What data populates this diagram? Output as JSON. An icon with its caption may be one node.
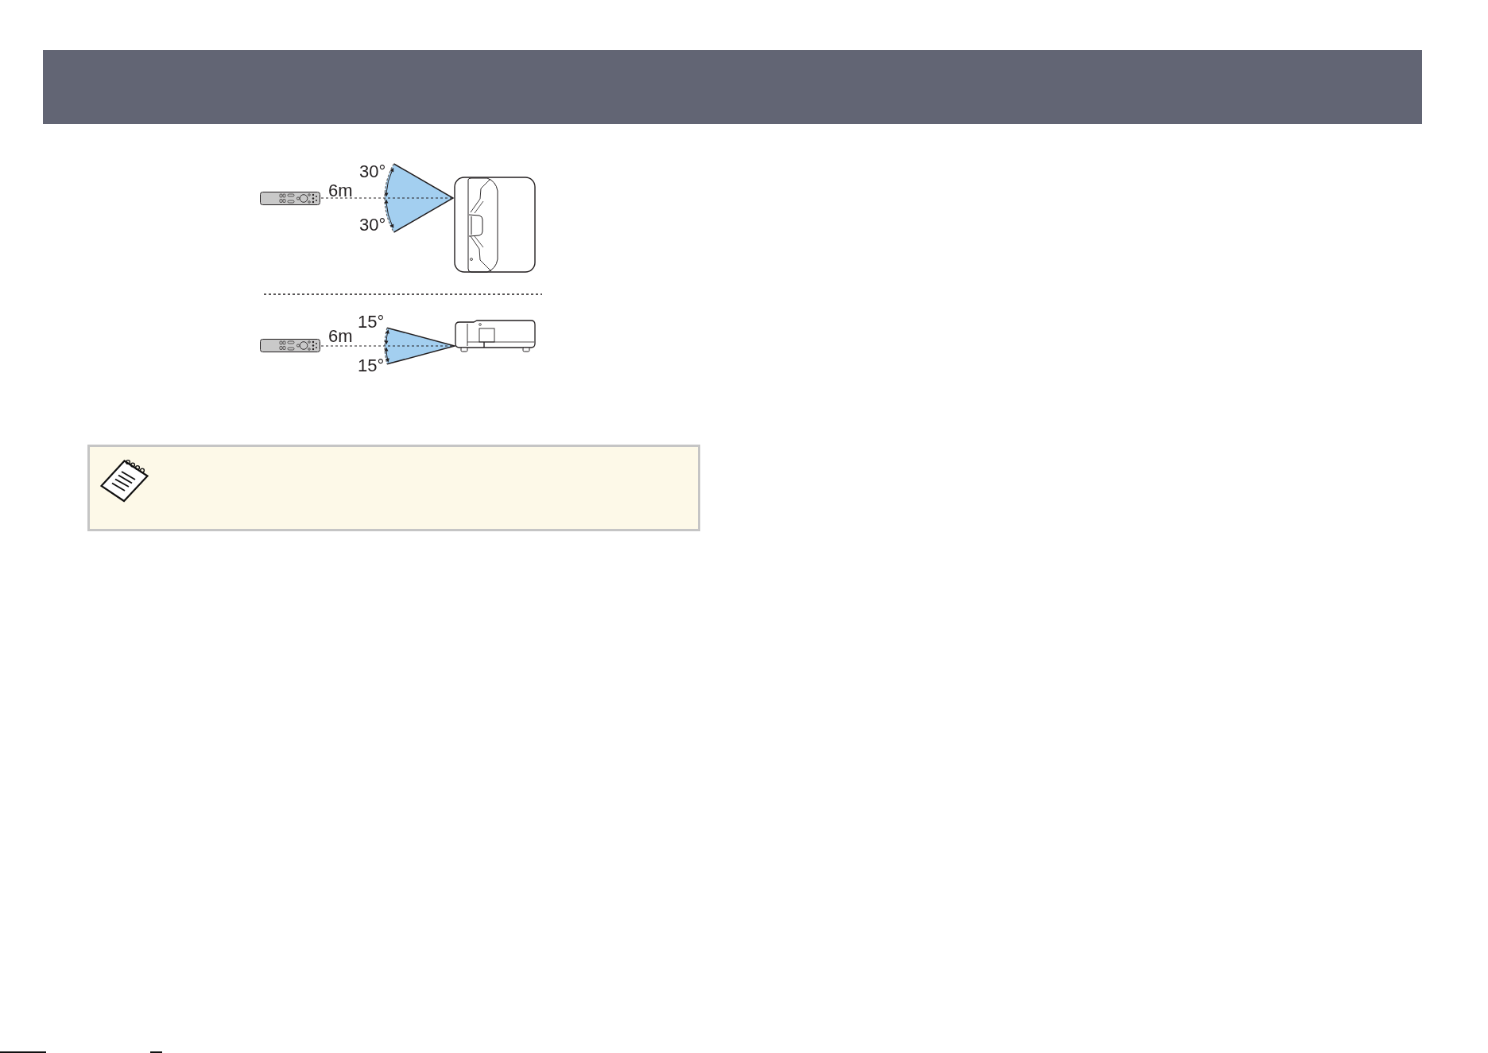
{
  "diagram": {
    "labels": [
      "30°",
      "6m",
      "30°",
      "15°",
      "6m",
      "15°"
    ]
  }
}
